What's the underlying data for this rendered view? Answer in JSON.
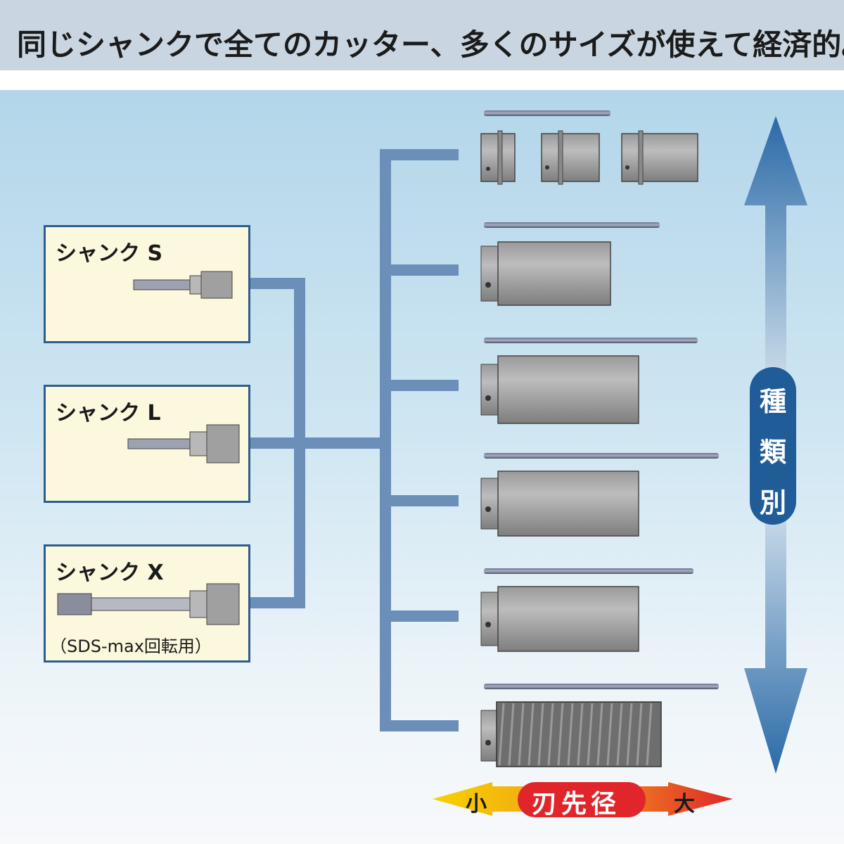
{
  "header": {
    "title": "同じシャンクで全てのカッター、多くのサイズが使えて経済的。"
  },
  "shanks": [
    {
      "label": "シャンク S",
      "note": ""
    },
    {
      "label": "シャンク L",
      "note": ""
    },
    {
      "label": "シャンク X",
      "note": "（SDS-max回転用）"
    }
  ],
  "type_axis": {
    "chars": [
      "種",
      "類",
      "別"
    ]
  },
  "size_axis": {
    "small": "小",
    "label": "刃先径",
    "large": "大"
  },
  "colors": {
    "connector": "#6b8fb8",
    "box_border": "#2f5d8c",
    "box_fill": "#fcf8dd",
    "arrow_blue": "#2f6aa3",
    "size_red": "#e0262a",
    "size_yellow": "#f6c800"
  }
}
